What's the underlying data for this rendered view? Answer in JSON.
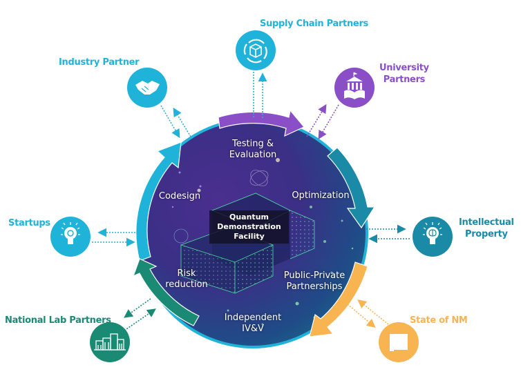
{
  "diagram": {
    "center": {
      "lines": [
        "Quantum",
        "Demonstration",
        "Facility"
      ]
    },
    "ring_stages": [
      {
        "id": "testing",
        "lines": [
          "Testing &",
          "Evaluation"
        ]
      },
      {
        "id": "optimization",
        "lines": [
          "Optimization"
        ]
      },
      {
        "id": "public-private",
        "lines": [
          "Public-Private",
          "Partnerships"
        ]
      },
      {
        "id": "ivv",
        "lines": [
          "Independent",
          "IV&V"
        ]
      },
      {
        "id": "risk",
        "lines": [
          "Risk",
          "reduction"
        ]
      },
      {
        "id": "codesign",
        "lines": [
          "Codesign"
        ]
      }
    ],
    "partners": [
      {
        "id": "supply-chain",
        "lines": [
          "Supply Chain Partners"
        ],
        "icon": "supply-chain-box-cycle-icon",
        "color": "#1fb3d9"
      },
      {
        "id": "university",
        "lines": [
          "University",
          "Partners"
        ],
        "icon": "university-book-icon",
        "color": "#8a4fc6"
      },
      {
        "id": "intellectual-property",
        "lines": [
          "Intellectual",
          "Property"
        ],
        "icon": "lightbulb-brain-icon",
        "color": "#1a8aa6"
      },
      {
        "id": "state-of-nm",
        "lines": [
          "State of NM"
        ],
        "icon": "new-mexico-state-icon",
        "color": "#f8b450"
      },
      {
        "id": "national-lab",
        "lines": [
          "National Lab Partners"
        ],
        "icon": "lab-buildings-icon",
        "color": "#1a8a74"
      },
      {
        "id": "startups",
        "lines": [
          "Startups"
        ],
        "icon": "lightbulb-gear-icon",
        "color": "#1fb3d9"
      },
      {
        "id": "industry",
        "lines": [
          "Industry Partner"
        ],
        "icon": "handshake-icon",
        "color": "#1fb3d9"
      }
    ],
    "arrow_colors": {
      "codesign": "#1fb3d9",
      "testing": "#8a4fc6",
      "optimization": "#1a8aa6",
      "public_private": "#f8b450",
      "risk": "#1a8a74"
    }
  }
}
